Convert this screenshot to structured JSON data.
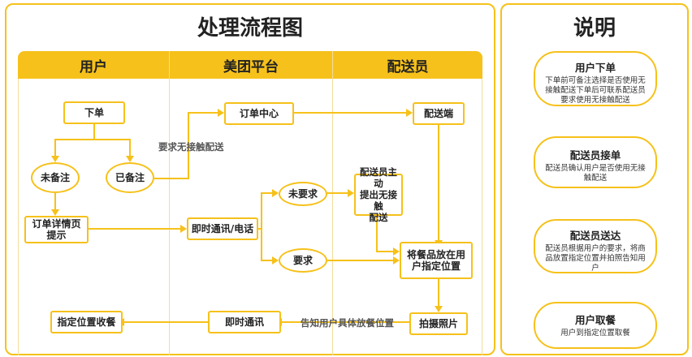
{
  "flow": {
    "title": "处理流程图",
    "lanes": [
      "用户",
      "美团平台",
      "配送员"
    ],
    "nodes": {
      "order": "下单",
      "no_note": "未备注",
      "noted": "已备注",
      "order_detail": "订单详情页\n提示",
      "order_center": "订单中心",
      "instant_msg": "即时通讯/电话",
      "not_request": "未要求",
      "request": "要求",
      "courier_app": "配送端",
      "courier_propose": "配送员主动\n提出无接触\n配送",
      "place_food": "将餐品放在用\n户指定位置",
      "take_photo": "拍摄照片",
      "instant_chat": "即时通讯",
      "pickup": "指定位置收餐"
    },
    "edge_labels": {
      "contactless": "要求无接触配送",
      "notify": "告知用户具体放餐位置"
    }
  },
  "explain": {
    "title": "说明",
    "steps": [
      {
        "head": "用户下单",
        "desc": "下单前可备注选择是否使用无接触配送下单后可联系配送员要求使用无接触配送"
      },
      {
        "head": "配送员接单",
        "desc": "配送员确认用户是否使用无接触配送"
      },
      {
        "head": "配送员送达",
        "desc": "配送员根据用户的要求，将商品放置指定位置并拍照告知用户"
      },
      {
        "head": "用户取餐",
        "desc": "用户到指定位置取餐"
      }
    ]
  },
  "colors": {
    "accent": "#f6c11a",
    "arrow": "#333333"
  }
}
